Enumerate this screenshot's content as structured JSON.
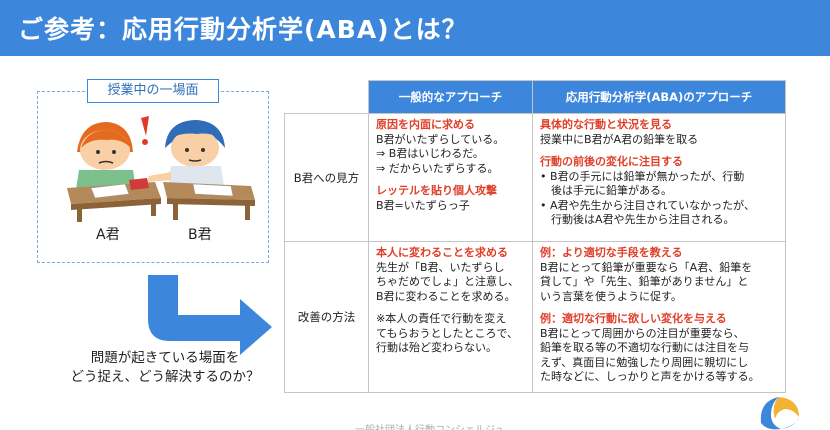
{
  "title": "ご参考：応用行動分析学(ABA)とは？",
  "scene": {
    "label": "授業中の一場面",
    "student_a": "A君",
    "student_b": "B君",
    "question_lines": [
      "問題が起きている場面を",
      "どう捉え、どう解決するのか？"
    ]
  },
  "table": {
    "headers": [
      "一般的なアプローチ",
      "応用行動分析学(ABA)のアプローチ"
    ],
    "rows": [
      {
        "label": "B君への見方",
        "general": [
          {
            "style": "red",
            "text": "原因を内面に求める"
          },
          {
            "style": "plain",
            "text": "B君がいたずらしている。"
          },
          {
            "style": "plain",
            "text": "⇒ B君はいじわるだ。"
          },
          {
            "style": "plain",
            "text": "⇒ だからいたずらする。"
          },
          {
            "style": "gap",
            "text": ""
          },
          {
            "style": "red",
            "text": "レッテルを貼り個人攻撃"
          },
          {
            "style": "plain",
            "text": "B君=いたずらっ子"
          }
        ],
        "aba": [
          {
            "style": "red",
            "text": "具体的な行動と状況を見る"
          },
          {
            "style": "plain",
            "text": "授業中にB君がA君の鉛筆を取る"
          },
          {
            "style": "gap",
            "text": ""
          },
          {
            "style": "red",
            "text": "行動の前後の変化に注目する"
          },
          {
            "style": "bul",
            "text": "• B君の手元には鉛筆が無かったが、行動"
          },
          {
            "style": "ind",
            "text": "後は手元に鉛筆がある。"
          },
          {
            "style": "bul",
            "text": "• A君や先生から注目されていなかったが、"
          },
          {
            "style": "ind",
            "text": "行動後はA君や先生から注目される。"
          }
        ]
      },
      {
        "label": "改善の方法",
        "general": [
          {
            "style": "red",
            "text": "本人に変わることを求める"
          },
          {
            "style": "plain",
            "text": "先生が「B君、いたずらし"
          },
          {
            "style": "plain",
            "text": "ちゃだめでしょ」と注意し、"
          },
          {
            "style": "plain",
            "text": "B君に変わることを求める。"
          },
          {
            "style": "gap",
            "text": ""
          },
          {
            "style": "plain",
            "text": "※本人の責任で行動を変え"
          },
          {
            "style": "plain",
            "text": "てもらおうとしたところで、"
          },
          {
            "style": "plain",
            "text": "行動は殆ど変わらない。"
          }
        ],
        "aba": [
          {
            "style": "red",
            "text": "例：より適切な手段を教える"
          },
          {
            "style": "plain",
            "text": "B君にとって鉛筆が重要なら「A君、鉛筆を"
          },
          {
            "style": "plain",
            "text": "貸して」や「先生、鉛筆がありません」と"
          },
          {
            "style": "plain",
            "text": "いう言葉を使うように促す。"
          },
          {
            "style": "gap",
            "text": ""
          },
          {
            "style": "red",
            "text": "例：適切な行動に欲しい変化を与える"
          },
          {
            "style": "plain",
            "text": "B君にとって周囲からの注目が重要なら、"
          },
          {
            "style": "plain",
            "text": "鉛筆を取る等の不適切な行動には注目を与"
          },
          {
            "style": "plain",
            "text": "えず、真面目に勉強したり周囲に親切にし"
          },
          {
            "style": "plain",
            "text": "た時などに、しっかりと声をかける等する。"
          }
        ]
      }
    ]
  },
  "footer": "一般社団法人行動コンシェルジュ",
  "colors": {
    "header_blue": "#3c86dc",
    "accent_red": "#e0402a"
  }
}
